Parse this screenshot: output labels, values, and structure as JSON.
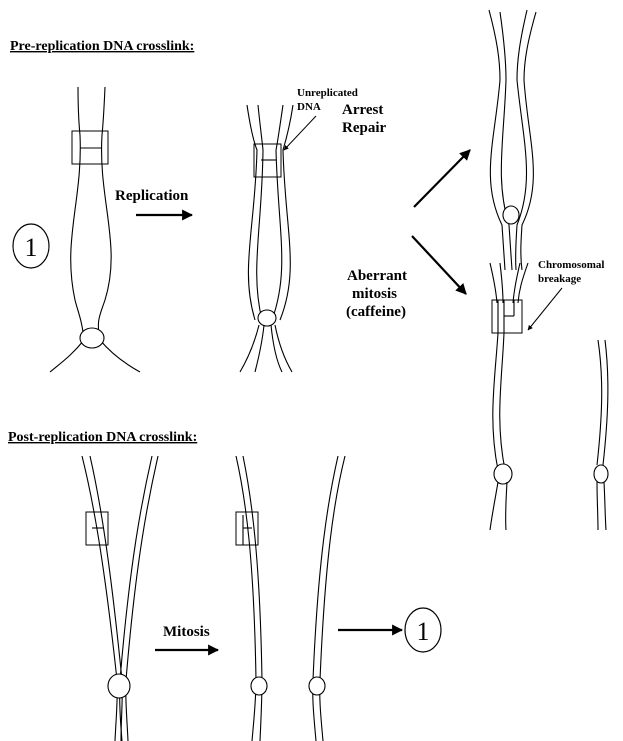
{
  "sections": {
    "pre_title": "Pre-replication DNA crosslink:",
    "post_title": "Post-replication DNA crosslink:"
  },
  "labels": {
    "replication": "Replication",
    "unreplicated_1": "Unreplicated",
    "unreplicated_2": "DNA",
    "arrest_1": "Arrest",
    "arrest_2": "Repair",
    "aberrant_1": "Aberrant",
    "aberrant_2": "mitosis",
    "aberrant_3": "(caffeine)",
    "breakage_1": "Chromosomal",
    "breakage_2": "breakage",
    "mitosis": "Mitosis",
    "circle_num": "1"
  }
}
